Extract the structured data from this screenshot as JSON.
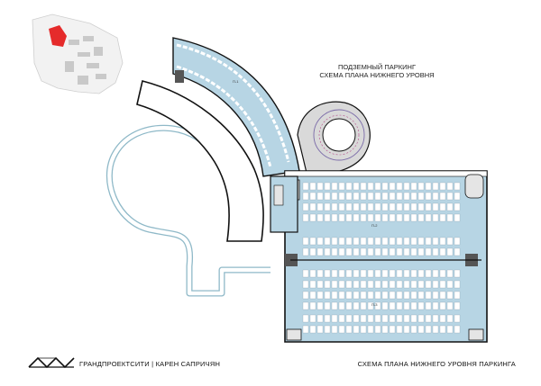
{
  "title": {
    "line1": "ПОДЗЕМНЫЙ ПАРКИНГ",
    "line2": "СХЕМА ПЛАНА НИЖНЕГО УРОВНЯ"
  },
  "footer": {
    "company": "ГРАНДПРОЕКТСИТИ",
    "separator": "|",
    "architect": "КАРЕН САПРИЧЯН",
    "drawing_title": "СХЕМА ПЛАНА НИЖНЕГО УРОВНЯ  ПАРКИНГА"
  },
  "colors": {
    "parking_fill": "#b7d5e4",
    "ramp_fill": "#d9d9d9",
    "outline": "#111111",
    "light_outline": "#8fb9c8",
    "highlight": "#e52b2b"
  }
}
